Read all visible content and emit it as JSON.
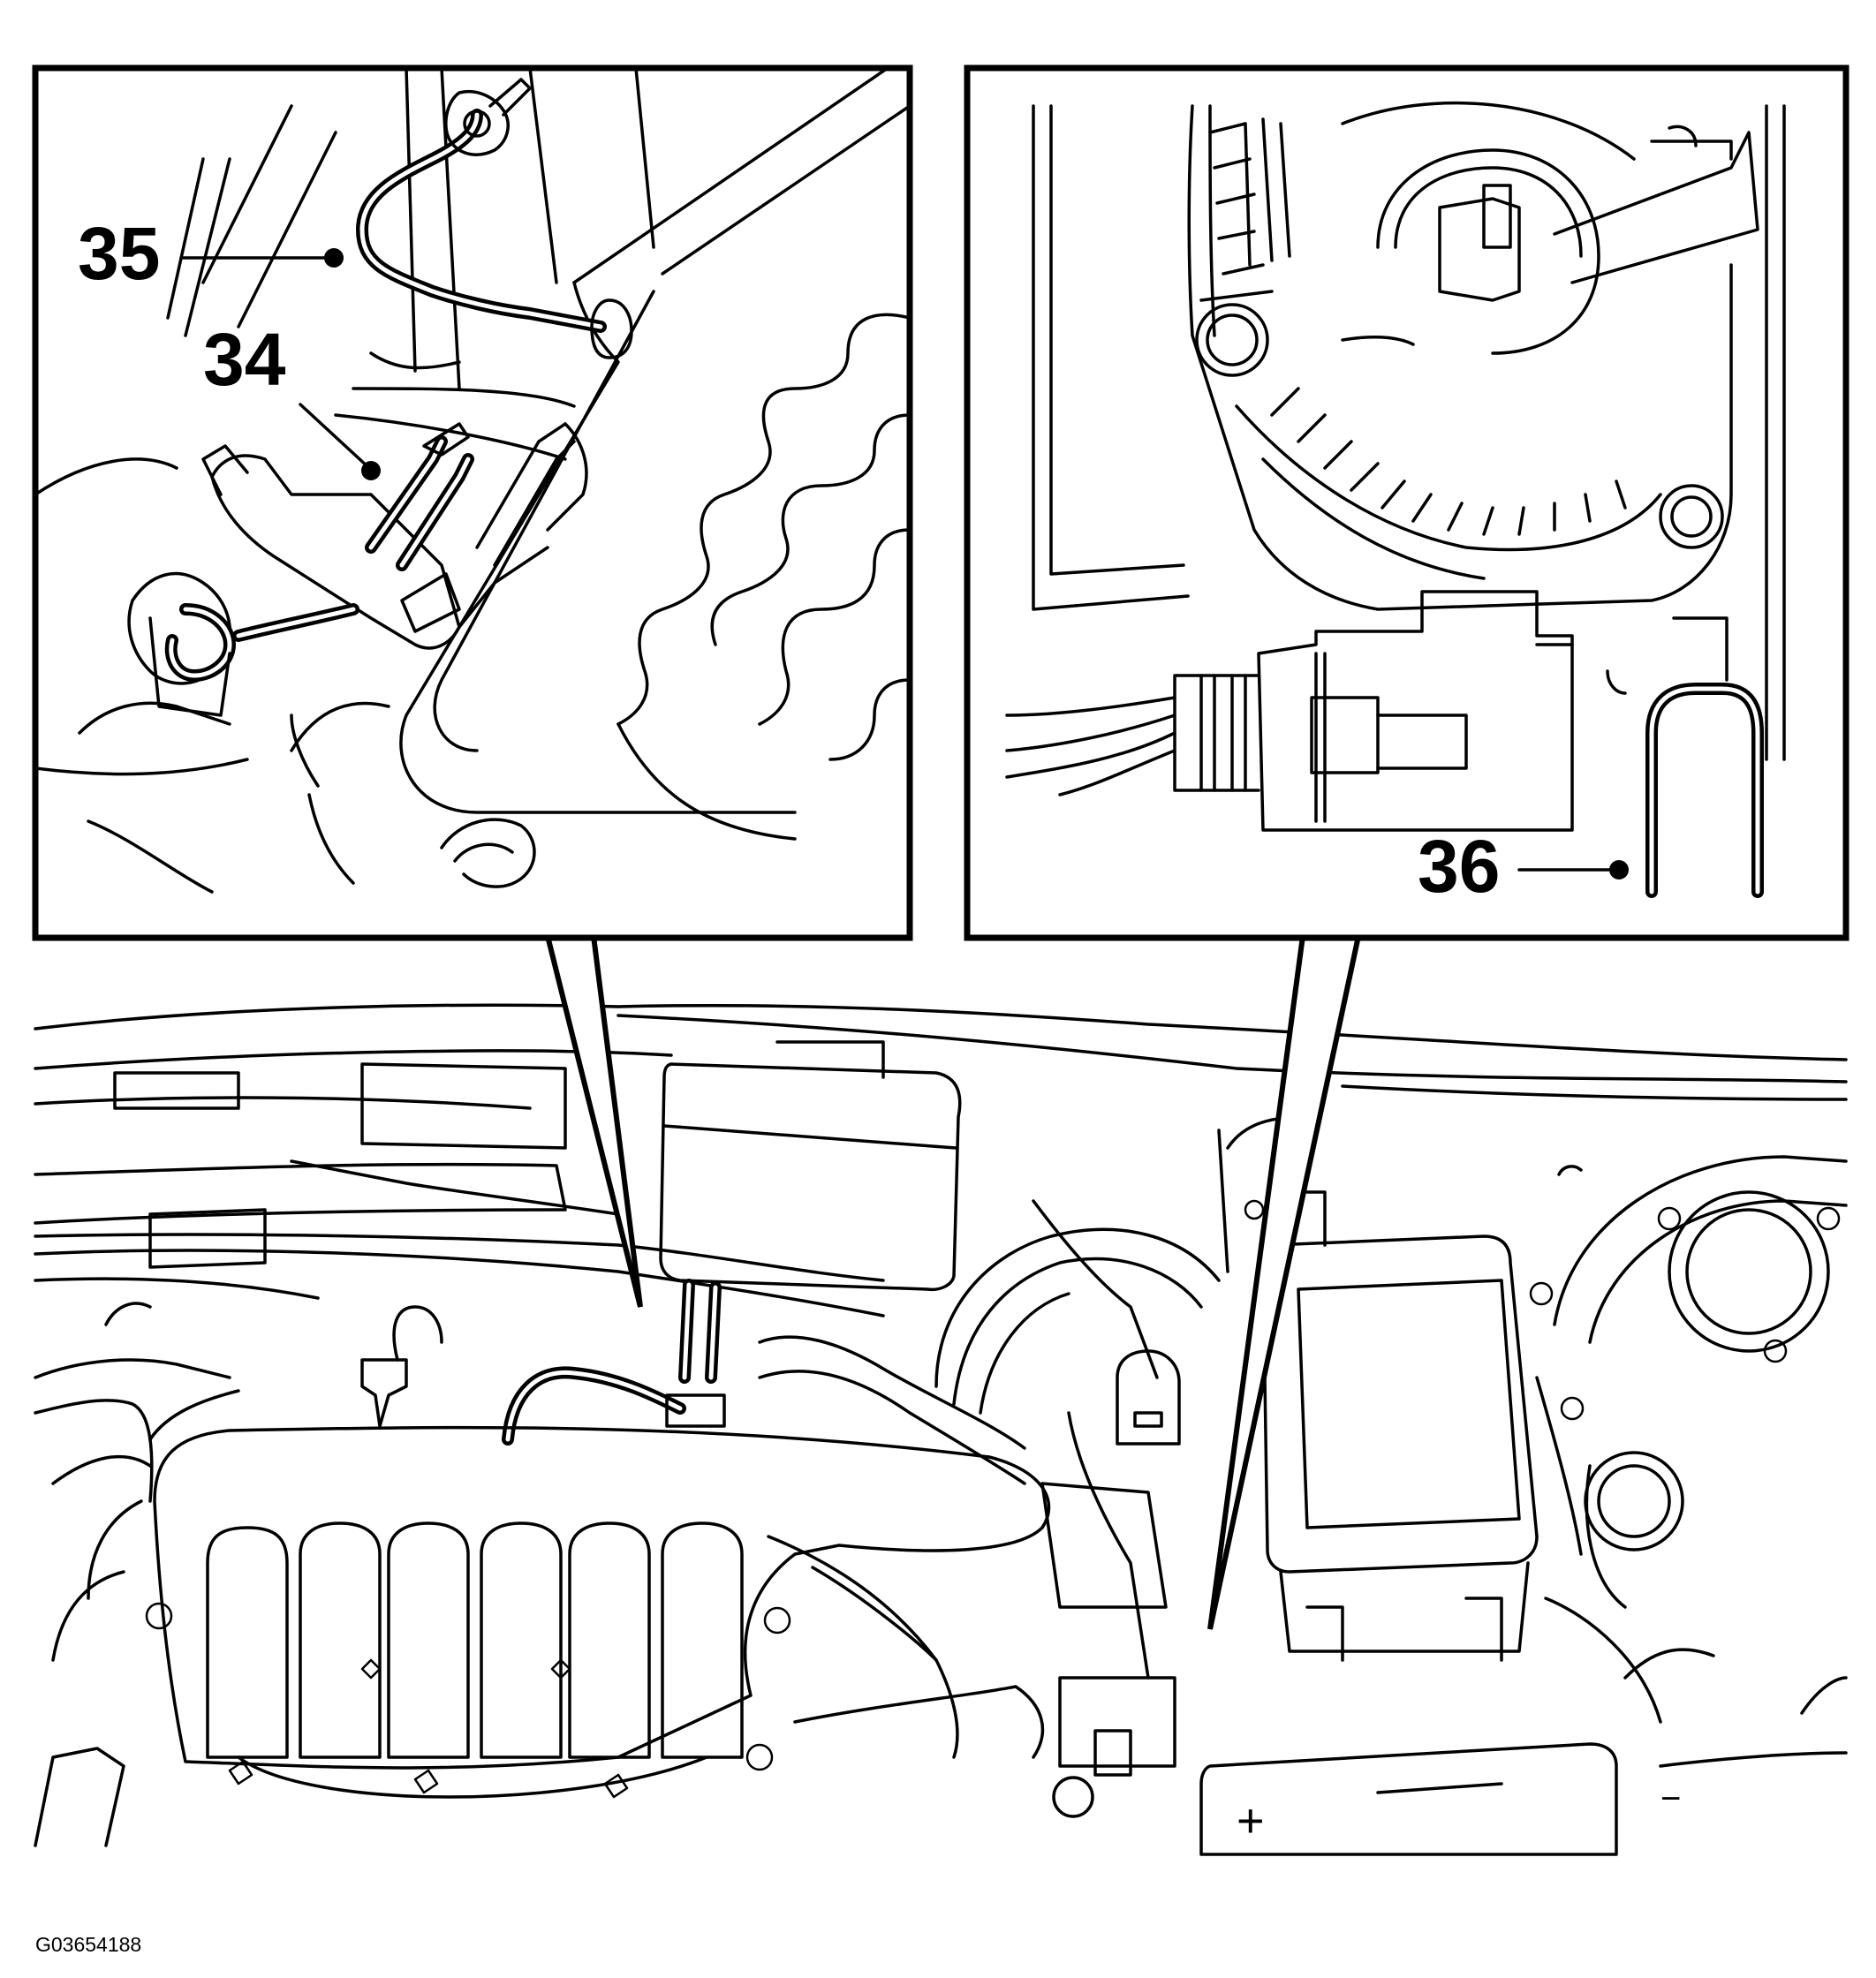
{
  "figure_id": "G03654188",
  "callouts": [
    {
      "number": "35"
    },
    {
      "number": "34"
    },
    {
      "number": "36"
    }
  ],
  "icons": {
    "battery_positive": "+",
    "battery_negative": "−"
  },
  "colors": {
    "line": "#000000",
    "background": "#ffffff"
  }
}
